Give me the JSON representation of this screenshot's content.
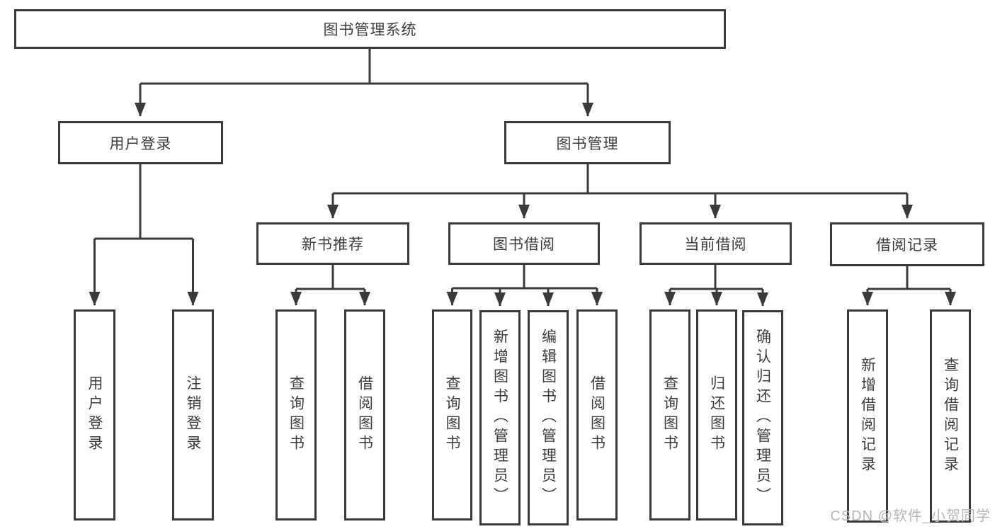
{
  "tree": {
    "root": "图书管理系统",
    "login": {
      "label": "用户登录",
      "children": [
        "用户登录",
        "注销登录"
      ]
    },
    "management": {
      "label": "图书管理",
      "sections": [
        {
          "label": "新书推荐",
          "children": [
            "查询图书",
            "借阅图书"
          ]
        },
        {
          "label": "图书借阅",
          "children": [
            "查询图书",
            "新增图书（管理员）",
            "编辑图书（管理员）",
            "借阅图书"
          ]
        },
        {
          "label": "当前借阅",
          "children": [
            "查询图书",
            "归还图书",
            "确认归还（管理员）"
          ]
        },
        {
          "label": "借阅记录",
          "children": [
            "新增借阅记录",
            "查询借阅记录"
          ]
        }
      ]
    }
  },
  "watermark": "CSDN @软件_小贺同学",
  "colors": {
    "line": "#3a3a3a",
    "text": "#3c3c3c",
    "box_bg": "#ffffff",
    "watermark": "#b5b5b5",
    "bg": "#ffffff"
  }
}
